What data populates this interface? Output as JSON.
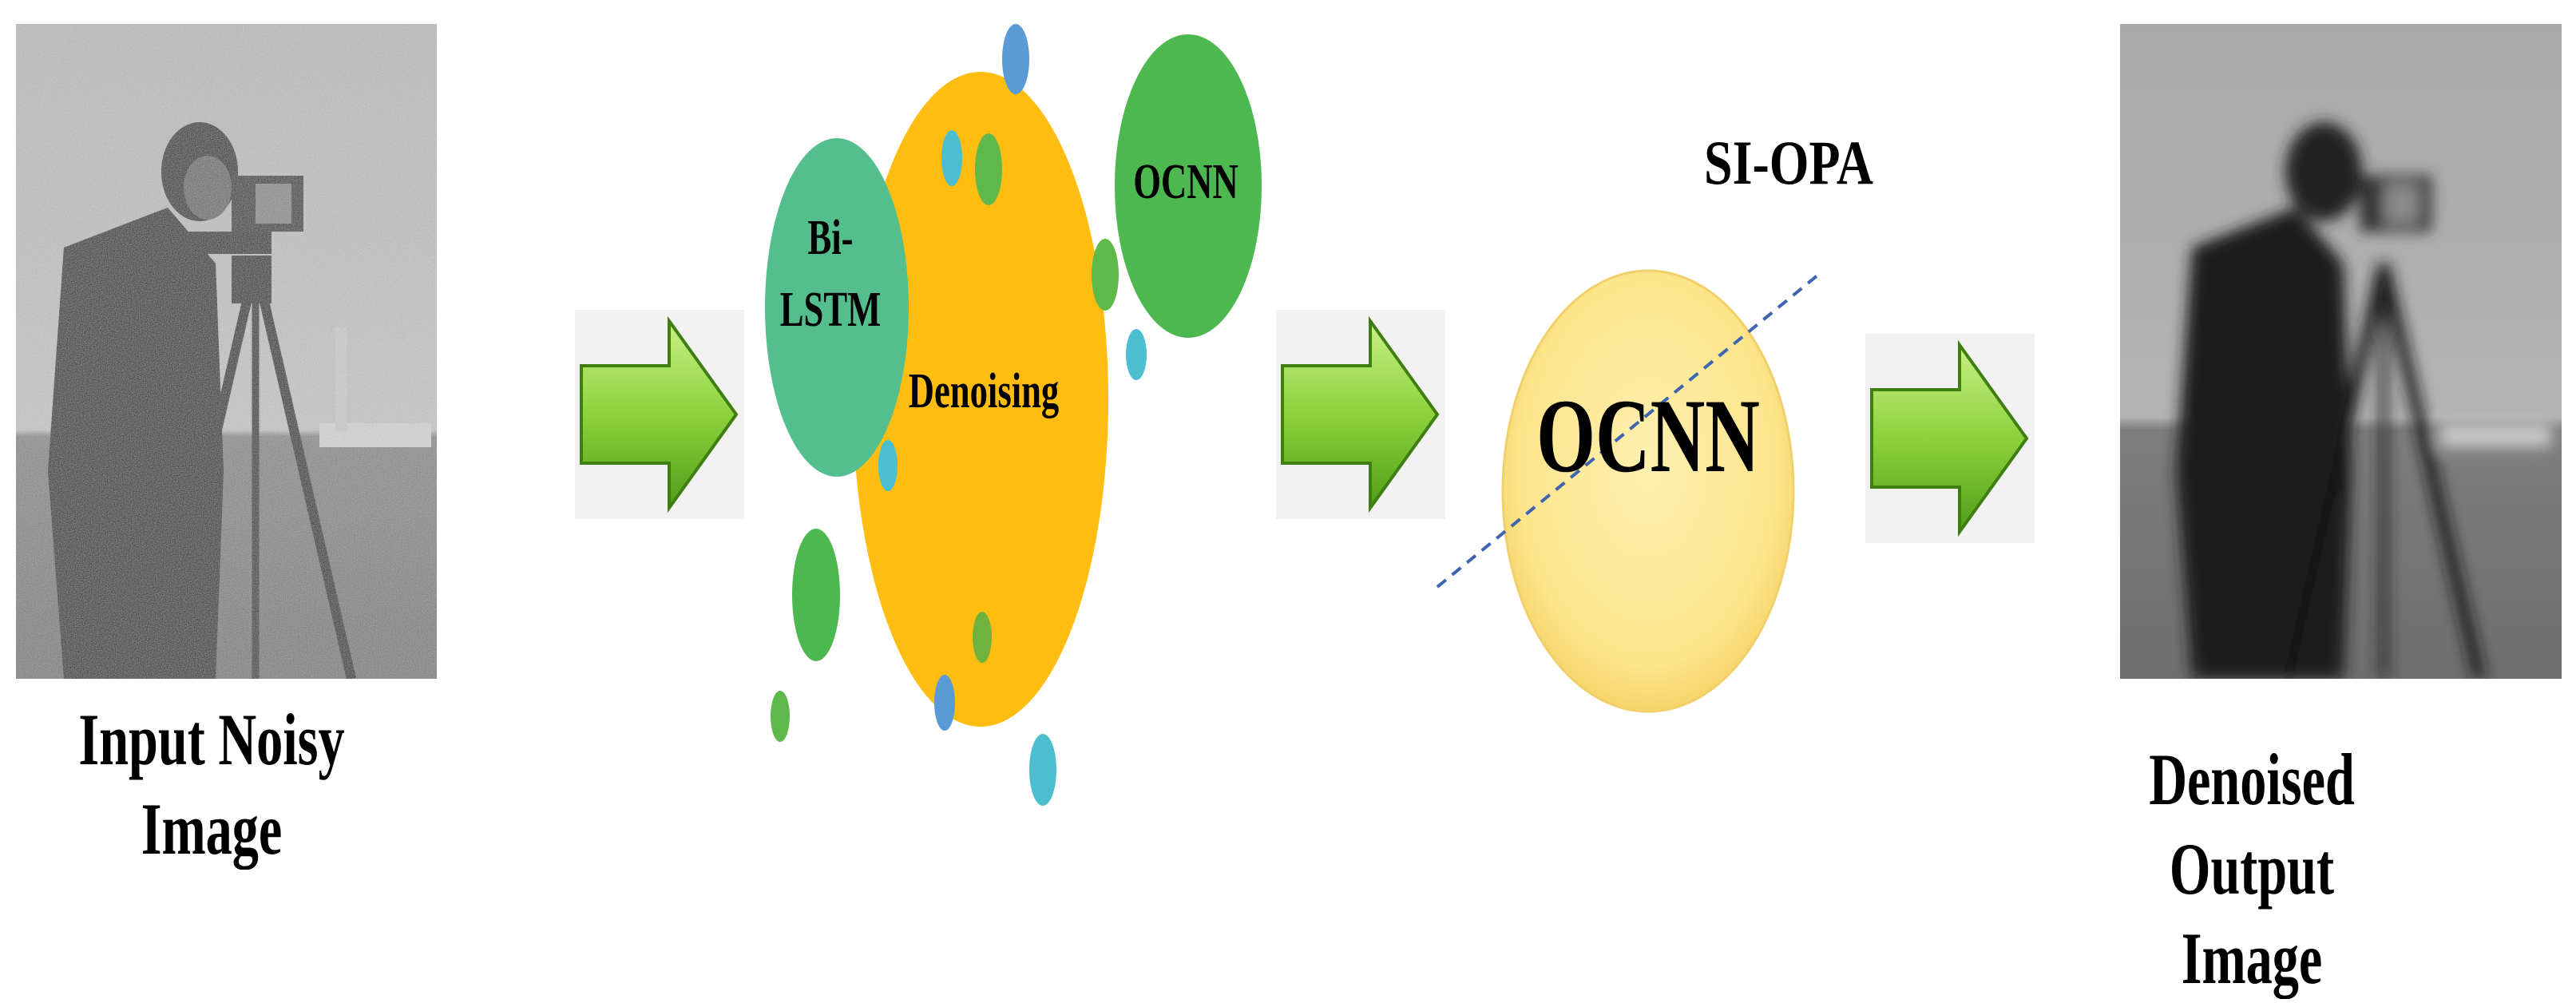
{
  "input": {
    "caption_line1": "Input Noisy",
    "caption_line2": "Image"
  },
  "model": {
    "bilstm_line1": "Bi-",
    "bilstm_line2": "LSTM",
    "denoising_label": "Denoising",
    "ocnn_top_label": "OCNN"
  },
  "optimizer": {
    "name": "SI-OPA",
    "core_label": "OCNN"
  },
  "output": {
    "caption_line1": "Denoised",
    "caption_line2": "Output Image"
  },
  "colors": {
    "arrow_green_light": "#b7e36a",
    "arrow_green_dark": "#4c9a16",
    "arrow_outline": "#3f7f12",
    "denoising_orange": "#ffbd12",
    "bilstm_teal": "#54bf8d",
    "ocnn_green": "#4cb84f",
    "si_opa_yellow": "#fde58c",
    "dashed_line_blue": "#3f64b0",
    "bubble_blue": "#5b9bd5",
    "bubble_cyan": "#4bbfd0",
    "bubble_green": "#5fb84a"
  }
}
